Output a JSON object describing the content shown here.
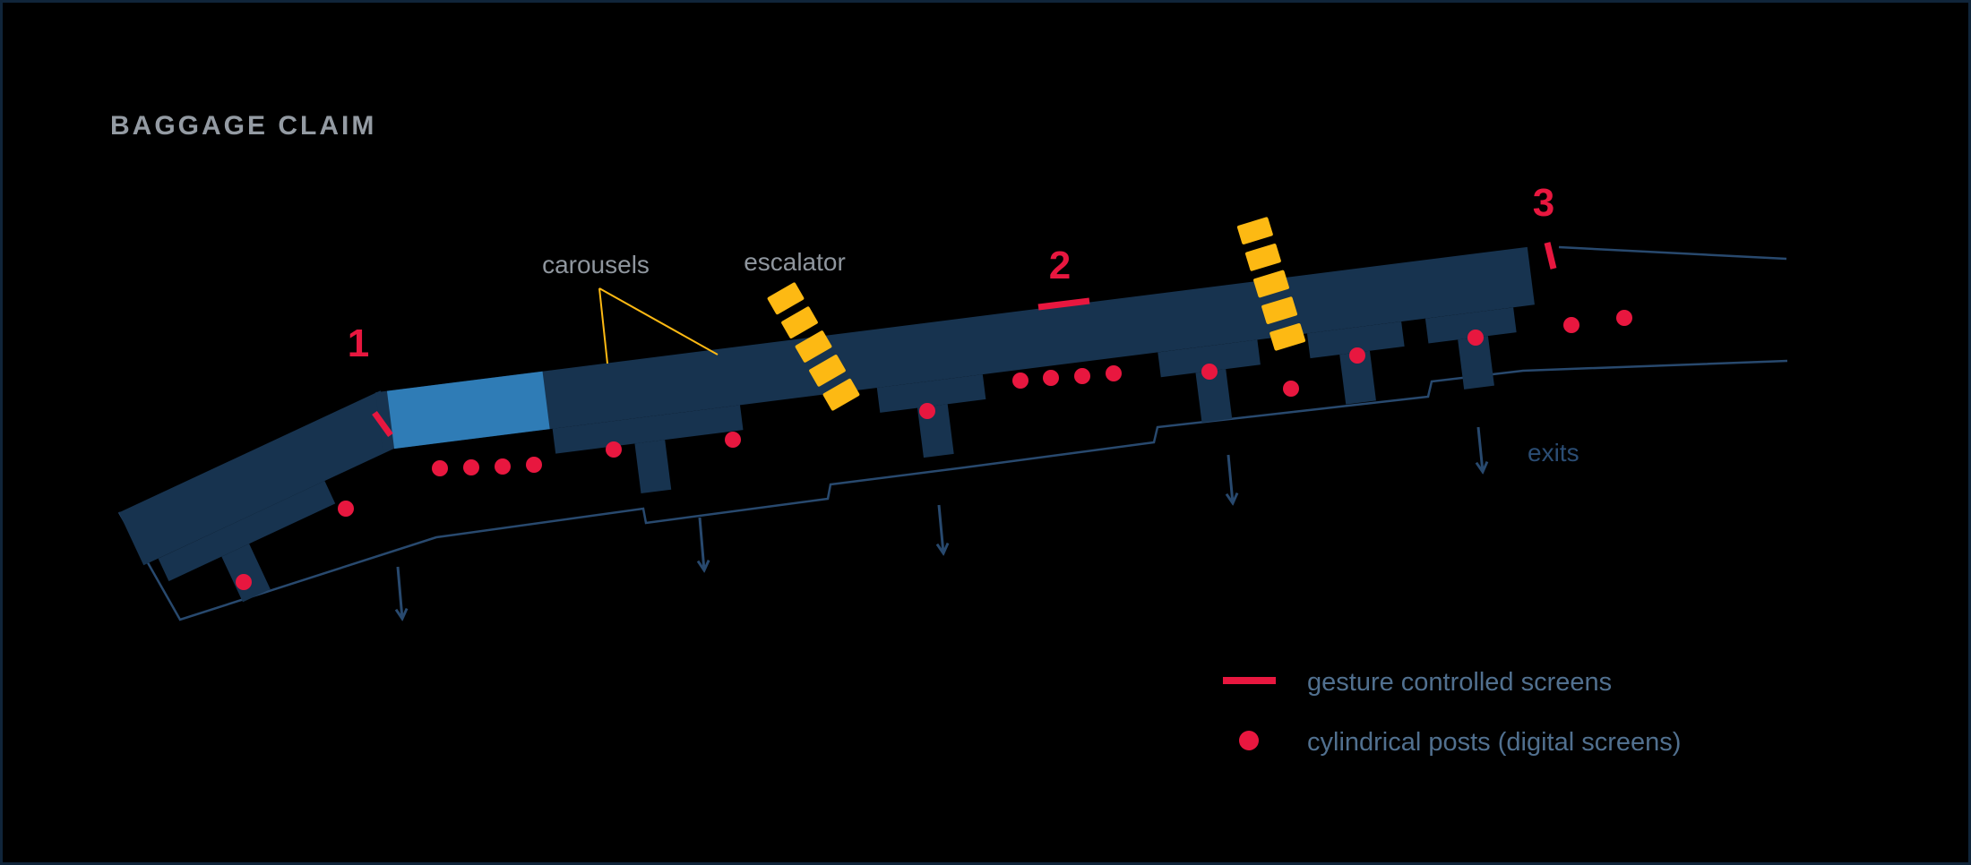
{
  "title": "BAGGAGE CLAIM",
  "map": {
    "labels": {
      "carousels": "carousels",
      "escalator": "escalator",
      "exits": "exits"
    },
    "zone_markers": [
      {
        "label": "1"
      },
      {
        "label": "2"
      },
      {
        "label": "3"
      }
    ],
    "counts": {
      "cylindrical_posts": 19,
      "gesture_controlled_screens": 3,
      "escalators": 2,
      "exit_arrows": 5
    }
  },
  "legend": {
    "items": [
      {
        "swatch": "line",
        "label": "gesture controlled screens"
      },
      {
        "swatch": "dot",
        "label": "cylindrical posts (digital screens)"
      }
    ]
  },
  "colors": {
    "background": "#000000",
    "structure_navy": "#17334f",
    "highlight_blue": "#2f7cb6",
    "accent_red": "#e8173f",
    "accent_yellow": "#fdb913",
    "outline_blue": "#28496e",
    "title_gray": "#949ba3",
    "label_gray": "#8f969e",
    "exits_blue": "#2b4d74",
    "legend_text": "#51708f"
  }
}
